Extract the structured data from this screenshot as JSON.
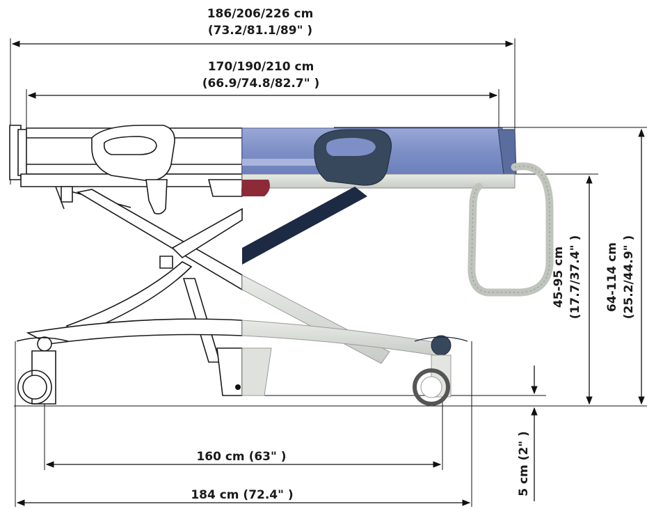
{
  "dimensions": {
    "overall_length": {
      "line1": "186/206/226 cm",
      "line2": "(73.2/81.1/89\" )"
    },
    "inner_length": {
      "line1": "170/190/210 cm",
      "line2": "(66.9/74.8/82.7\" )"
    },
    "height_range": {
      "line1": "45-95 cm",
      "line2": "(17.7/37.4\" )"
    },
    "total_height_range": {
      "line1": "64-114 cm",
      "line2": "(25.2/44.9\" )"
    },
    "ground_clearance": {
      "label": "5 cm (2\" )"
    },
    "wheelbase": {
      "label": "160 cm (63\" )"
    },
    "base_length": {
      "label": "184 cm (72.4\" )"
    }
  },
  "colors": {
    "mattress": "#7d8fc6",
    "mattress_light": "#a9b5dc",
    "frame_steel": "#d9ddd6",
    "handle_dark": "#37475c",
    "strut_dark": "#1d2a44",
    "accent_red": "#8c2a38",
    "hose_grey": "#c9cdc8",
    "wheel_grey": "#555555"
  }
}
